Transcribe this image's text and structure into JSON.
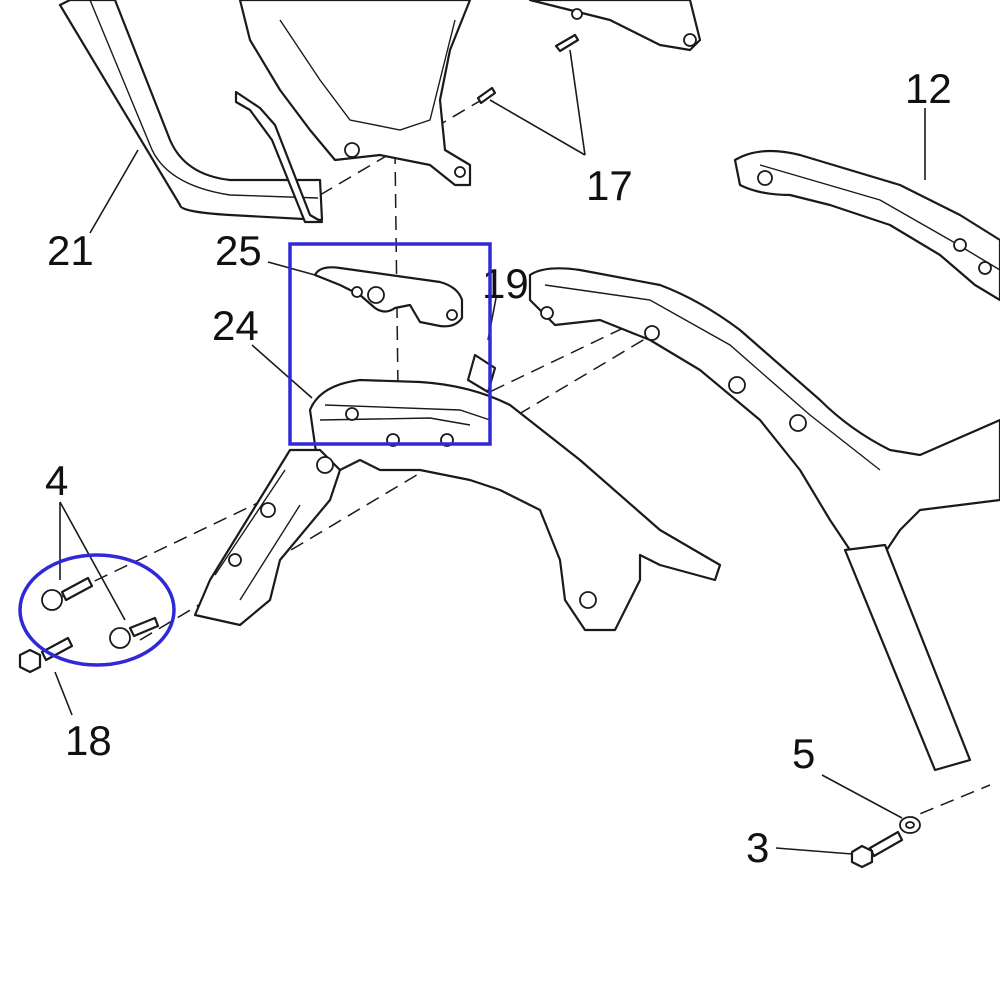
{
  "diagram": {
    "callouts": [
      {
        "id": "c21",
        "label": "21"
      },
      {
        "id": "c25",
        "label": "25"
      },
      {
        "id": "c24",
        "label": "24"
      },
      {
        "id": "c19",
        "label": "19"
      },
      {
        "id": "c17",
        "label": "17"
      },
      {
        "id": "c12",
        "label": "12"
      },
      {
        "id": "c4",
        "label": "4"
      },
      {
        "id": "c18",
        "label": "18"
      },
      {
        "id": "c5",
        "label": "5"
      },
      {
        "id": "c3",
        "label": "3"
      }
    ],
    "highlight_color": "#2f2ad6",
    "line_color": "#1a1a1a"
  }
}
